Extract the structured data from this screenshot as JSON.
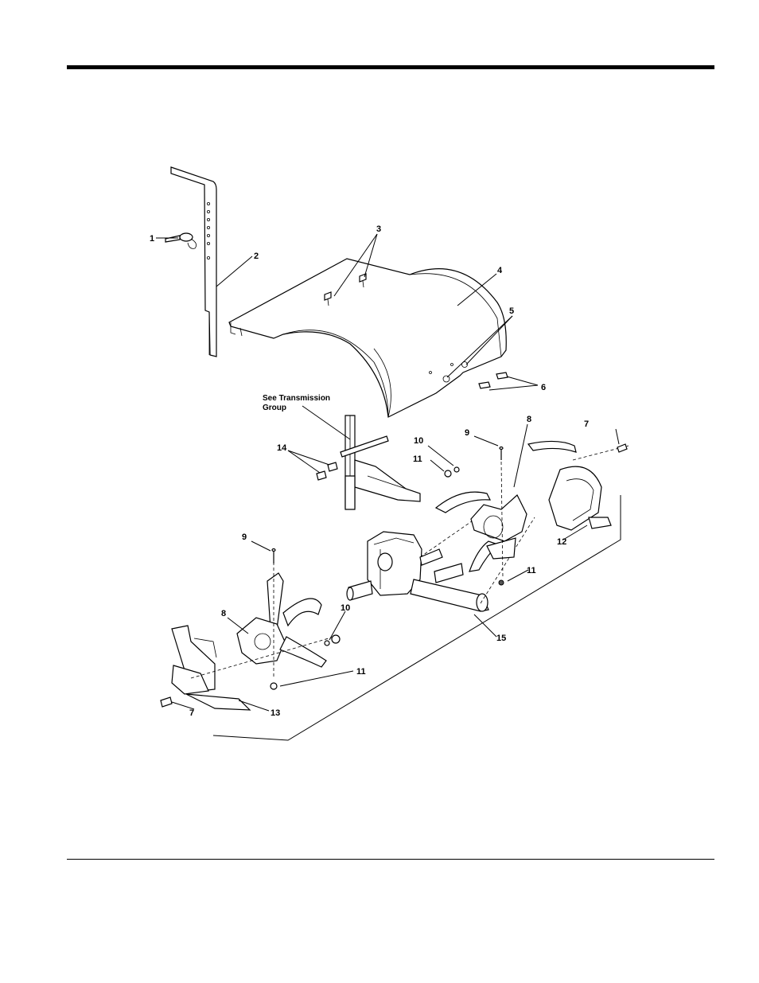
{
  "diagram": {
    "callouts": {
      "c1": "1",
      "c2": "2",
      "c3": "3",
      "c4": "4",
      "c5": "5",
      "c6": "6",
      "c7a": "7",
      "c7b": "7",
      "c8a": "8",
      "c8b": "8",
      "c9a": "9",
      "c9b": "9",
      "c10a": "10",
      "c10b": "10",
      "c11a": "11",
      "c11b": "11",
      "c11c": "11",
      "c12": "12",
      "c13": "13",
      "c14": "14",
      "c15": "15"
    },
    "note_line1": "See Transmission",
    "note_line2": "Group"
  }
}
